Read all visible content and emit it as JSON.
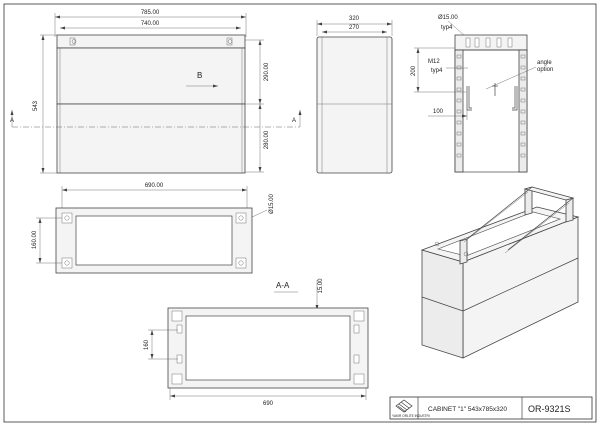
{
  "front_view": {
    "overall_width": "785.00",
    "inner_width": "740.00",
    "height": "543",
    "upper_height": "290.00",
    "lower_height": "280.00",
    "view_letter": "B",
    "section_marker": "A"
  },
  "side_view": {
    "depth": "320",
    "inner_depth": "270"
  },
  "detail_view": {
    "hole_dia": "Ø15.00",
    "hole_type": "typ4",
    "thread": "M12",
    "thread_type": "typ4",
    "angle_note_1": "angle",
    "angle_note_2": "option",
    "height": "200",
    "bottom_dim": "100"
  },
  "top_view": {
    "width": "690.00",
    "depth": "160.00",
    "hole_dia": "Ø15.00"
  },
  "section": {
    "title": "A-A",
    "gap": "15.00",
    "depth": "160",
    "width": "690"
  },
  "title_block": {
    "company": "YAKIR ORLITE INDUSTRI",
    "description": "CABINET \"1\" 543x785x320",
    "part_number": "OR-9321S"
  }
}
